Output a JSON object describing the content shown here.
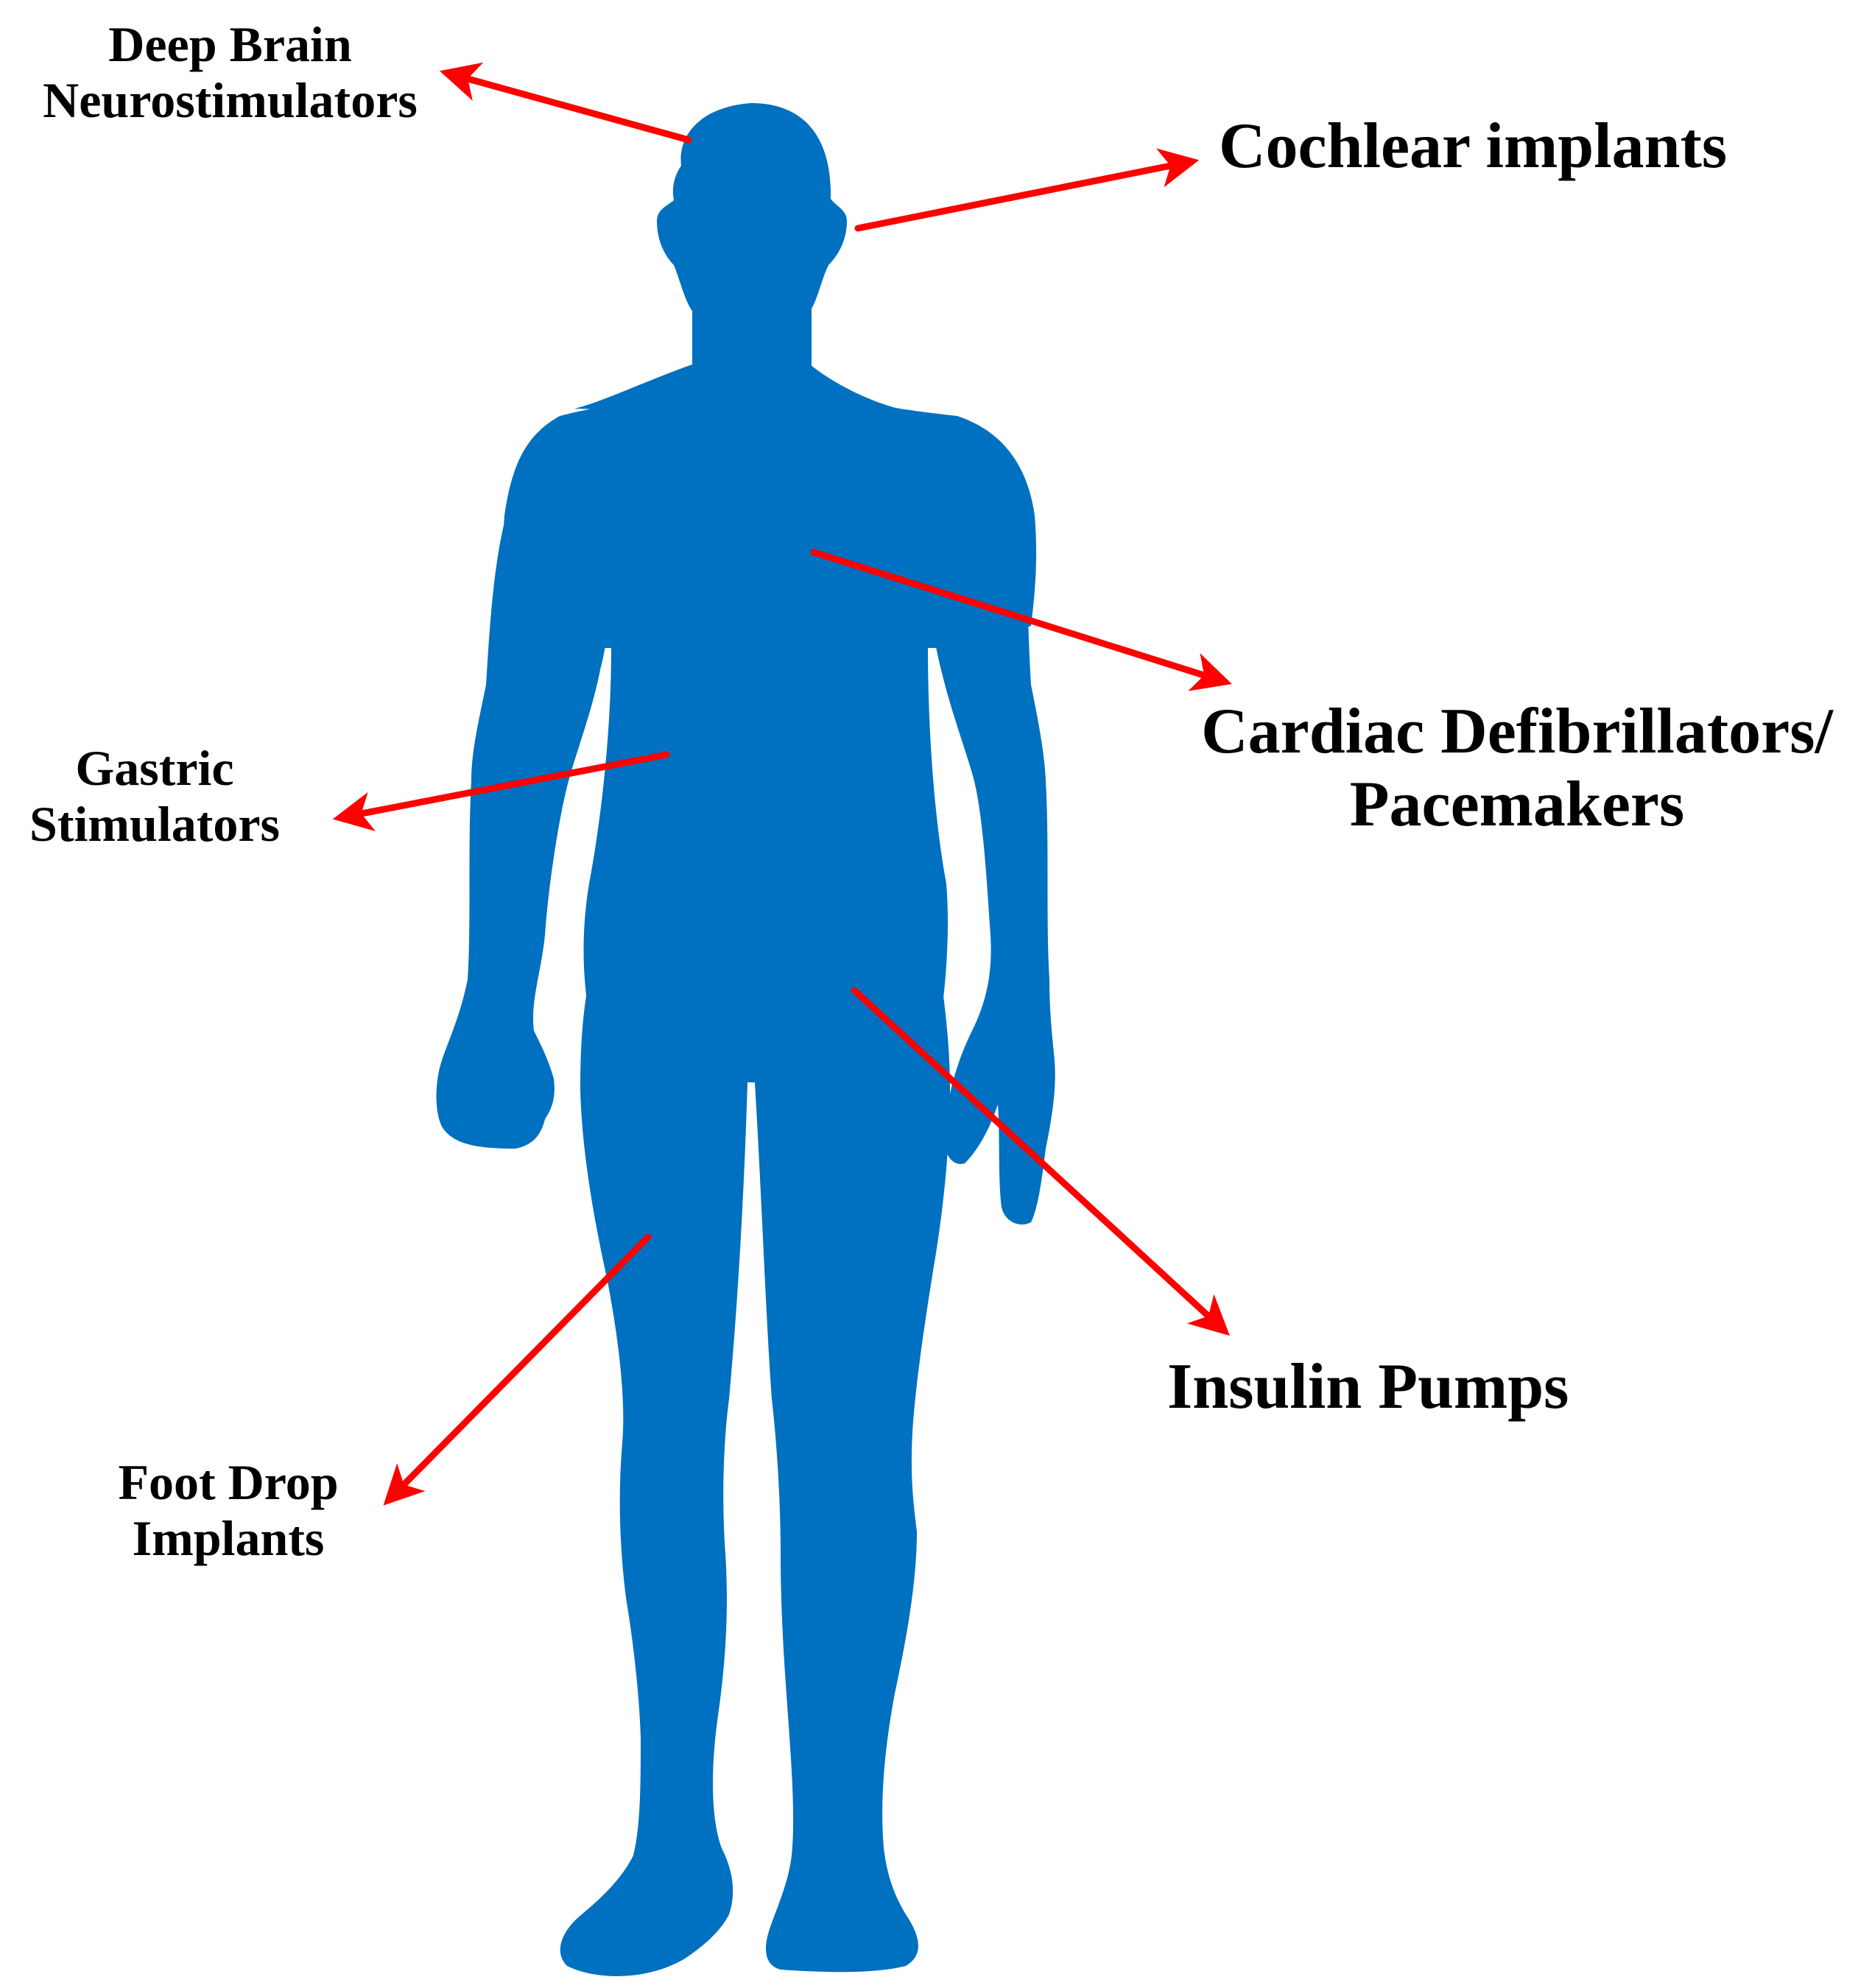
{
  "colors": {
    "body": "#0070C0",
    "arrow": "#FF0000",
    "text": "#000000",
    "background": "#FFFFFF"
  },
  "labels": {
    "deep_brain": {
      "line1": "Deep Brain",
      "line2": "Neurostimulators"
    },
    "cochlear": {
      "line1": "Cochlear implants"
    },
    "cardiac": {
      "line1": "Cardiac Defibrillators/",
      "line2": "Pacemakers"
    },
    "gastric": {
      "line1": "Gastric",
      "line2": "Stimulators"
    },
    "insulin": {
      "line1": "Insulin Pumps"
    },
    "foot_drop": {
      "line1": "Foot Drop",
      "line2": "Implants"
    }
  }
}
